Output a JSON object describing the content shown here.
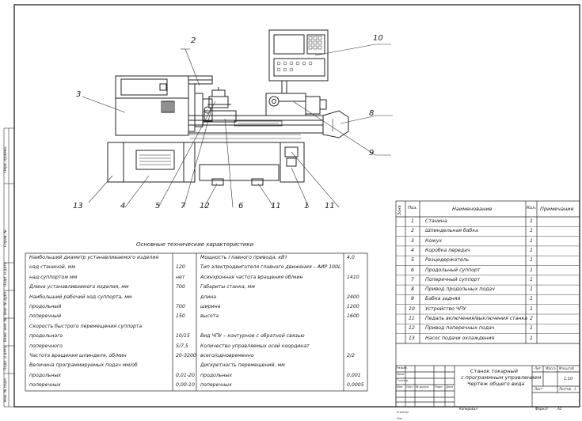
{
  "callouts": [
    "1",
    "2",
    "3",
    "4",
    "5",
    "6",
    "7",
    "8",
    "9",
    "10",
    "11",
    "12",
    "13",
    "11"
  ],
  "specs_title": "Основные технические характеристики",
  "specs_left": [
    {
      "label": "Наибольший диаметр устанавливаемого изделия",
      "value": ""
    },
    {
      "label": "над станиной, мм",
      "value": "120"
    },
    {
      "label": "над суппортом мм",
      "value": "нет"
    },
    {
      "label": "Длина устанавливаемого изделия, мм",
      "value": "700"
    },
    {
      "label": "Наибольший рабочий ход суппорта, мм",
      "value": ""
    },
    {
      "label": "продольный",
      "value": "700"
    },
    {
      "label": "поперечный",
      "value": "150"
    },
    {
      "label": "Скорость быстрого перемещения суппорта",
      "value": ""
    },
    {
      "label": "продольного",
      "value": "10/15"
    },
    {
      "label": "поперечного",
      "value": "5/7,5"
    },
    {
      "label": "Частота вращения шпинделя, об/мин",
      "value": "20-3200"
    },
    {
      "label": "Величина программируемых подач мм/об",
      "value": ""
    },
    {
      "label": "продольных",
      "value": "0,01-20"
    },
    {
      "label": "поперечных",
      "value": "0,00-10"
    }
  ],
  "specs_right": [
    {
      "label": "Мощность главного привода, кВт",
      "value": "4,0"
    },
    {
      "label": "Тип электродвигателя главного движения – АИР 100L",
      "value": ""
    },
    {
      "label": "Асинхронная частота вращения об/мин",
      "value": "1410"
    },
    {
      "label": "Габариты станка, мм",
      "value": ""
    },
    {
      "label": "длина",
      "value": "2400"
    },
    {
      "label": "ширина",
      "value": "1200"
    },
    {
      "label": "высота",
      "value": "1600"
    },
    {
      "label": "",
      "value": ""
    },
    {
      "label": "Вид ЧПУ – контурное с обратной связью",
      "value": ""
    },
    {
      "label": "Количество управляемых осей координат",
      "value": ""
    },
    {
      "label": "всего/одновременно",
      "value": "2/2"
    },
    {
      "label": "Дискретность перемещений, мм",
      "value": ""
    },
    {
      "label": "продольных",
      "value": "0,001"
    },
    {
      "label": "поперечных",
      "value": "0,0005"
    }
  ],
  "bom_headers": {
    "zone": "Зона",
    "pos": "Поз.",
    "name": "Наименование",
    "qty": "Кол.",
    "note": "Примечание"
  },
  "bom_rows": [
    {
      "pos": "1",
      "name": "Станина",
      "qty": "1"
    },
    {
      "pos": "2",
      "name": "Шпиндельная бабка",
      "qty": "1"
    },
    {
      "pos": "3",
      "name": "Кожух",
      "qty": "1"
    },
    {
      "pos": "4",
      "name": "Коробка передач",
      "qty": "1"
    },
    {
      "pos": "5",
      "name": "Резцедержатель",
      "qty": "1"
    },
    {
      "pos": "6",
      "name": "Продольный суппорт",
      "qty": "1"
    },
    {
      "pos": "7",
      "name": "Поперечный суппорт",
      "qty": "1"
    },
    {
      "pos": "8",
      "name": "Привод продольных подач",
      "qty": "1"
    },
    {
      "pos": "9",
      "name": "Бабка задняя",
      "qty": "1"
    },
    {
      "pos": "10",
      "name": "Устройство ЧПУ",
      "qty": "1"
    },
    {
      "pos": "11",
      "name": "Педаль включения/выключения станка",
      "qty": "2"
    },
    {
      "pos": "12",
      "name": "Привод поперечных подач",
      "qty": "1"
    },
    {
      "pos": "13",
      "name": "Насос подачи охлаждения",
      "qty": "1"
    }
  ],
  "title_block": {
    "doc_title_1": "Станок токарный",
    "doc_title_2": "с программным управлением",
    "doc_title_3": "Чертеж общего вида",
    "lit": "Лит.",
    "mass": "Масса",
    "scale": "Масштаб",
    "scale_value": "1:10",
    "sheet": "Лист",
    "sheets": "Листов",
    "sheets_value": "1",
    "rows": [
      "Изм.",
      "Лист",
      "№ докум.",
      "Подп.",
      "Дата"
    ],
    "roles": [
      "Разраб.",
      "Пров.",
      "Т.контр.",
      "",
      "Н.контр.",
      "Утв."
    ],
    "copied": "Копировал",
    "format": "Формат",
    "format_value": "A2"
  },
  "side_labels": [
    "Перв. примен.",
    "Справ. №",
    "Подп. и дата",
    "Инв. № дубл.",
    "Взам. инв. №",
    "Подп. и дата",
    "Инв. № подл."
  ]
}
